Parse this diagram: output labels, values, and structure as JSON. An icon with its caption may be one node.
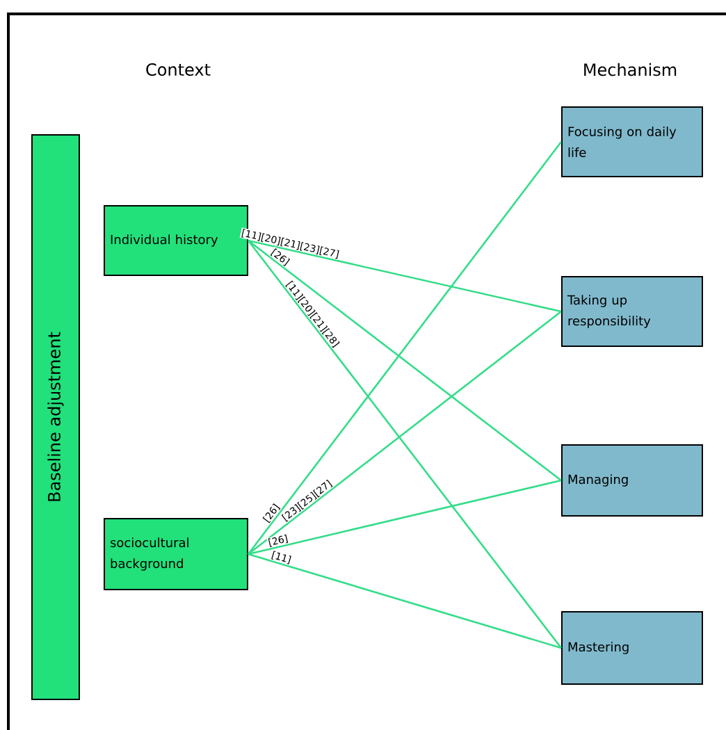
{
  "diagram": {
    "nodes": [
      {
        "text": [
          "Baseline adjustment"
        ]
      },
      {
        "text": [
          "Individual history"
        ]
      },
      {
        "text": [
          "sociocultural background"
        ]
      },
      {
        "text": [
          "Focusing on daily life"
        ]
      },
      {
        "text": [
          "Taking up responsibility"
        ]
      },
      {
        "text": [
          "Managing"
        ]
      },
      {
        "text": [
          "Mastering"
        ]
      }
    ],
    "edges": [
      {
        "from": 1,
        "to": 4,
        "arrow": "none",
        "label": "[11][20][21][23][27]"
      },
      {
        "from": 1,
        "to": 5,
        "arrow": "none",
        "label": "[26]"
      },
      {
        "from": 1,
        "to": 6,
        "arrow": "none",
        "label": "[11][20][21][28]"
      },
      {
        "from": 2,
        "to": 3,
        "arrow": "none",
        "label": "[26]"
      },
      {
        "from": 2,
        "to": 4,
        "arrow": "none",
        "label": "[23][25][27]"
      },
      {
        "from": 2,
        "to": 5,
        "arrow": "none",
        "label": "[26]"
      },
      {
        "from": 2,
        "to": 6,
        "arrow": "none",
        "label": "[11]"
      }
    ],
    "labels": [
      "Context",
      "Mechanism"
    ]
  }
}
